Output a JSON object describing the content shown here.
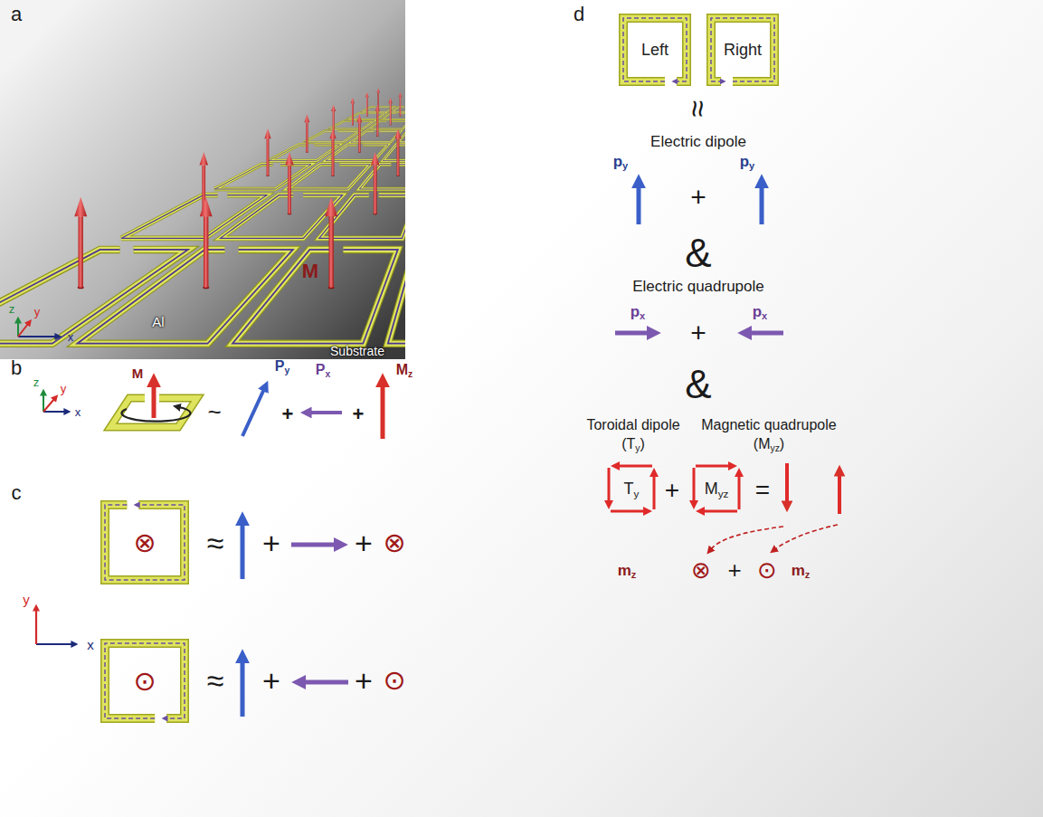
{
  "diagram": {
    "nodes": [
      {
        "text": [
          "⊗"
        ]
      },
      {
        "text": [
          "⊙"
        ]
      },
      {
        "text": [
          "Left"
        ]
      },
      {
        "text": [
          "Right"
        ]
      },
      {
        "text": [
          "Ty"
        ]
      },
      {
        "text": [
          "Myz"
        ]
      }
    ],
    "labels": [
      "a",
      "z",
      "y",
      "x",
      "M",
      "Al",
      "Substrate",
      "b",
      "z",
      "y",
      "x",
      "M",
      "~",
      "Py",
      "+",
      "Px",
      "+",
      "Mz",
      "c",
      "≈",
      "+",
      "+",
      "⊗",
      "≈",
      "+",
      "+",
      "⊙",
      "y",
      "x",
      "d",
      "≈",
      "Electric dipole",
      "py",
      "+",
      "py",
      "&",
      "Electric quadrupole",
      "px",
      "+",
      "px",
      "&",
      "Toroidal dipole",
      "(Ty)",
      "Magnetic quadrupole",
      "(Myz)",
      "+",
      "=",
      "mz",
      "⊗",
      "+",
      "⊙",
      "mz"
    ]
  }
}
